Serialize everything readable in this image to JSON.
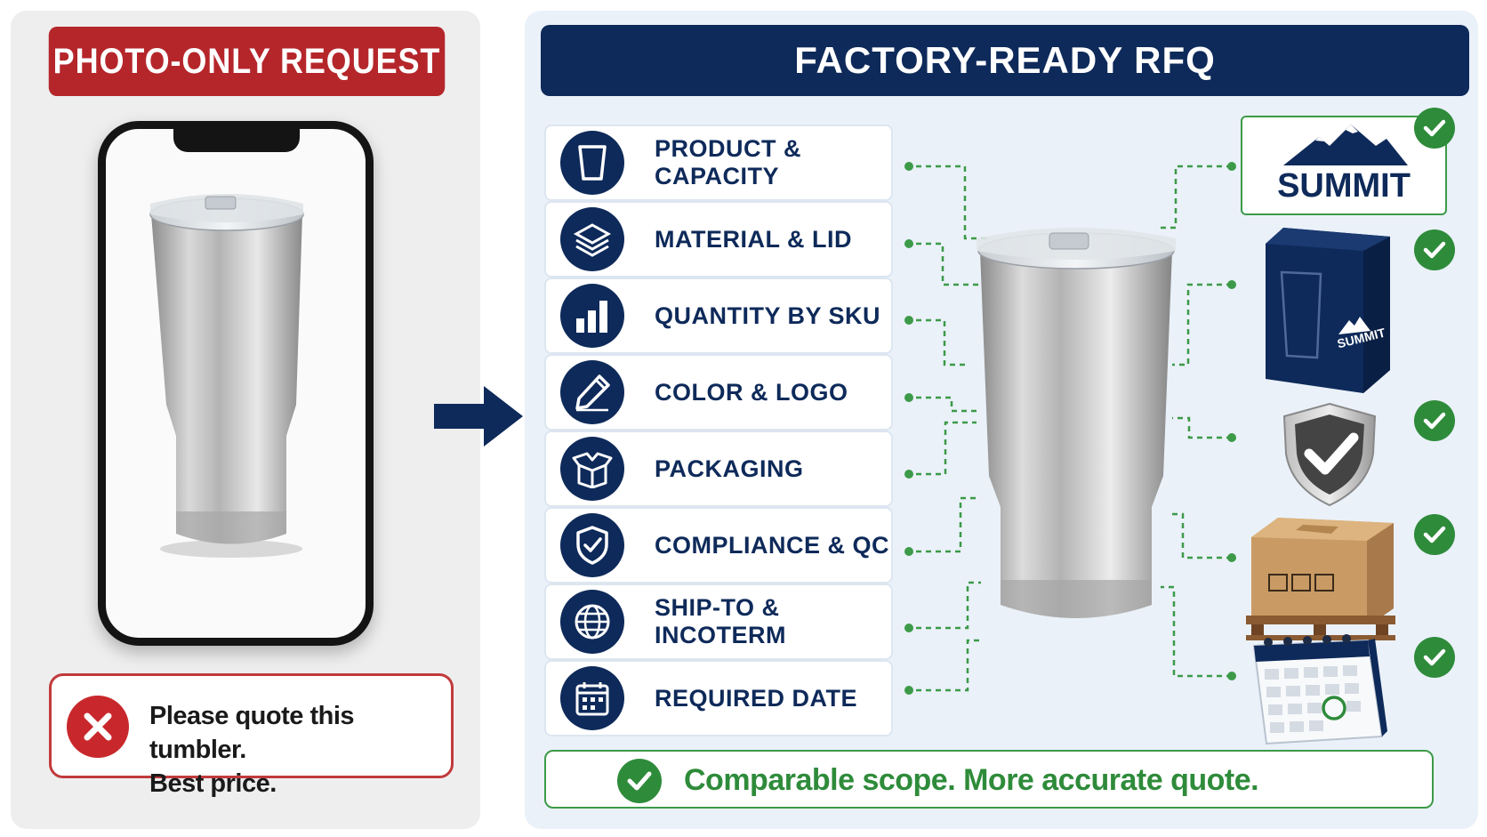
{
  "left": {
    "header": "PHOTO-ONLY REQUEST",
    "note_line1": "Please quote this tumbler.",
    "note_line2": "Best price."
  },
  "right": {
    "header": "FACTORY-READY RFQ",
    "items": [
      {
        "label": "PRODUCT & CAPACITY",
        "icon": "tumbler-icon"
      },
      {
        "label": "MATERIAL & LID",
        "icon": "layers-icon"
      },
      {
        "label": "QUANTITY BY SKU",
        "icon": "bar-chart-icon"
      },
      {
        "label": "COLOR & LOGO",
        "icon": "pencil-icon"
      },
      {
        "label": "PACKAGING",
        "icon": "open-box-icon"
      },
      {
        "label": "COMPLIANCE & QC",
        "icon": "shield-check-icon"
      },
      {
        "label": "SHIP-TO & INCOTERM",
        "icon": "globe-icon"
      },
      {
        "label": "REQUIRED DATE",
        "icon": "calendar-icon"
      }
    ],
    "brand": "SUMMIT",
    "footer": "Comparable scope. More accurate quote."
  },
  "colors": {
    "red": "#b5262b",
    "navy": "#0e2a5a",
    "green": "#2e8b3a",
    "panel_left": "#eeeeee",
    "panel_right": "#eaf1f9"
  }
}
